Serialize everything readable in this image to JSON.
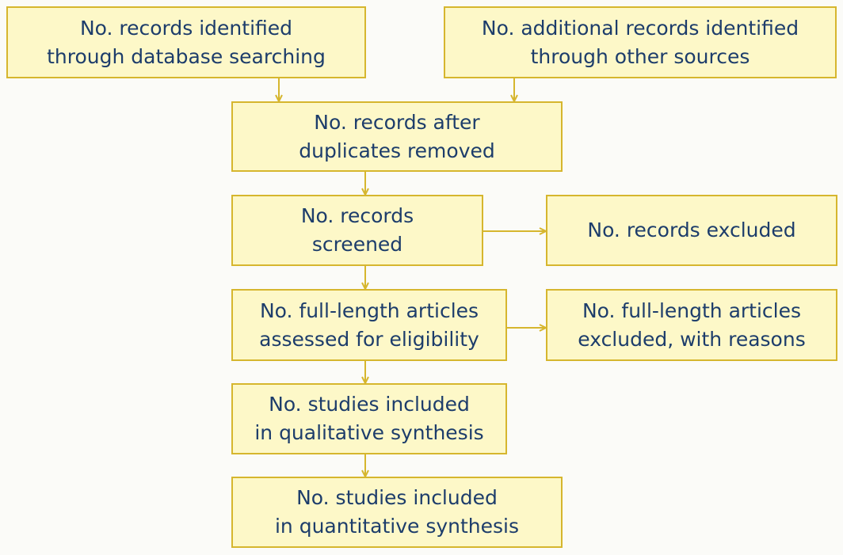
{
  "colors": {
    "box_fill": "#fdf8c8",
    "box_border": "#d6b62e",
    "text": "#1d3d6b",
    "arrow": "#d6b62e"
  },
  "boxes": {
    "db_search": [
      "No. records identified",
      "through database searching"
    ],
    "other_sources": [
      "No. additional records identified",
      "through other sources"
    ],
    "duplicates_removed": [
      "No. records after",
      "duplicates removed"
    ],
    "screened": [
      "No. records",
      "screened"
    ],
    "excluded": [
      "No. records excluded"
    ],
    "full_text": [
      "No. full-length articles",
      "assessed for eligibility"
    ],
    "full_text_excluded": [
      "No. full-length articles",
      "excluded, with reasons"
    ],
    "qualitative": [
      "No. studies included",
      "in qualitative synthesis"
    ],
    "quantitative": [
      "No. studies included",
      "in quantitative synthesis"
    ]
  }
}
